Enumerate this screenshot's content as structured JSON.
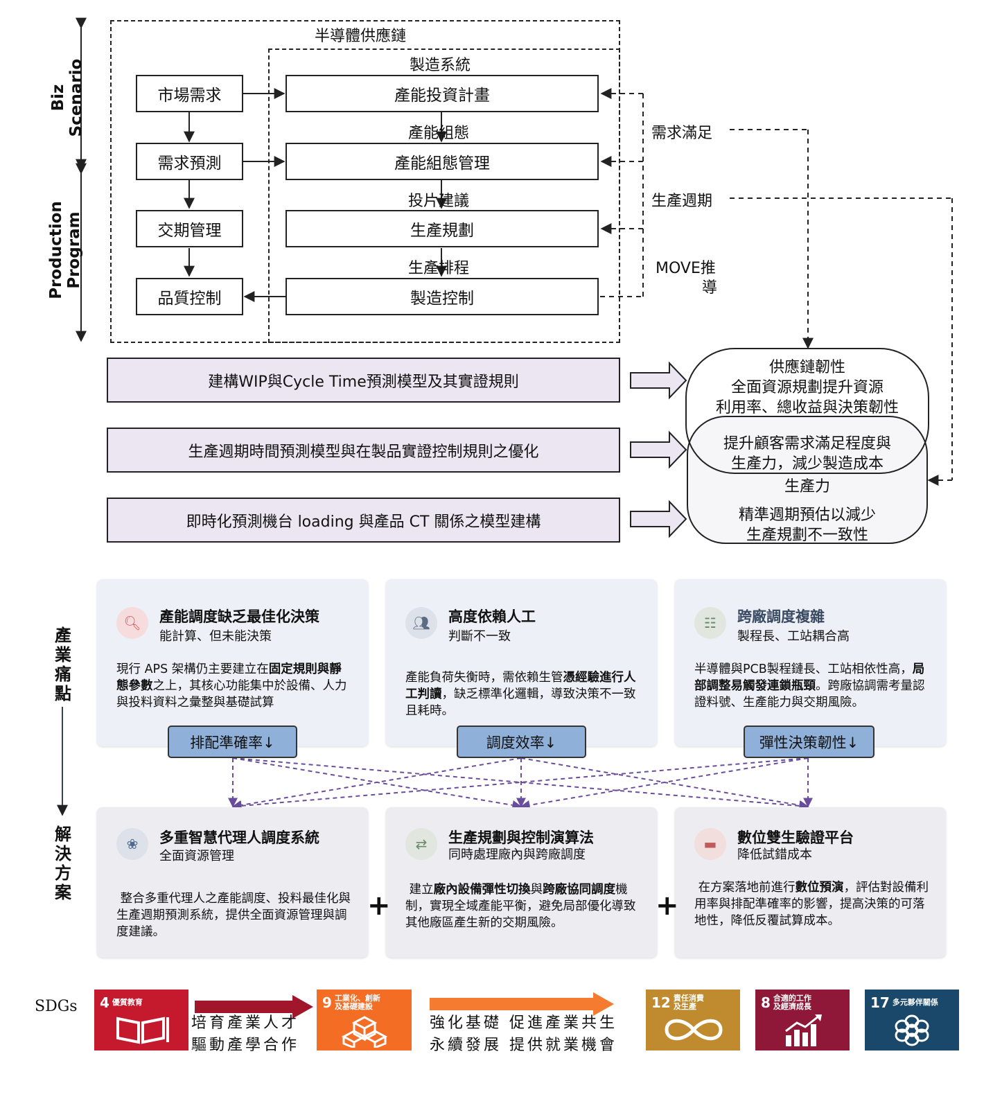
{
  "left_axis": {
    "biz": "Biz\nScenario",
    "prod": "Production\nProgram"
  },
  "supply_chain": {
    "title": "半導體供應鏈",
    "mfg_title": "製造系統"
  },
  "left_boxes": [
    "市場需求",
    "需求預測",
    "交期管理",
    "品質控制"
  ],
  "right_boxes": [
    "產能投資計畫",
    "產能組態管理",
    "生產規劃",
    "製造控制"
  ],
  "between_labels": [
    "產能組態",
    "投片建議",
    "生產排程"
  ],
  "metrics": {
    "m1": "需求滿足",
    "m2": "生產週期",
    "m3a": "MOVE推",
    "m3b": "導"
  },
  "projects": [
    "建構WIP與Cycle Time預測模型及其實證規則",
    "生產週期時間預測模型與在製品實證控制規則之優化",
    "即時化預測機台 loading 與產品 CT 關係之模型建構"
  ],
  "outcome": {
    "top1": "供應鏈韌性",
    "top2": "全面資源規劃提升資源",
    "top3": "利用率、總收益與決策韌性",
    "mid1": "提升顧客需求滿足程度與",
    "mid2": "生產力，減少製造成本",
    "bot1": "生產力",
    "bot2": "精準週期預估以減少",
    "bot3": "生產規劃不一致性"
  },
  "side_labels": {
    "pain": "產\n業\n痛\n點",
    "sol": "解\n決\n方\n案"
  },
  "pain_cards": [
    {
      "title": "產能調度缺乏最佳化決策",
      "sub": "能計算、但未能決策",
      "body": "現行 APS 架構仍主要建立在<b>固定規則與靜態參數</b>之上，其核心功能集中於設備、人力與投料資料之彙整與基礎試算",
      "badge": "排配準確率↓"
    },
    {
      "title": "高度依賴人工",
      "sub": "判斷不一致",
      "body": "產能負荷失衡時，需依賴生管<b>憑經驗進行人工判讀</b>，缺乏標準化邏輯，導致決策不一致且耗時。",
      "badge": "調度效率↓"
    },
    {
      "title": "跨廠調度複雜",
      "sub": "製程長、工站耦合高",
      "body": "半導體與PCB製程鏈長、工站相依性高，<b>局部調整易觸發連鎖瓶頸</b>。跨廠協調需考量認證料號、生產能力與交期風險。",
      "badge": "彈性決策韌性↓"
    }
  ],
  "sol_cards": [
    {
      "title": "多重智慧代理人調度系統",
      "sub": "全面資源管理",
      "body": "&nbsp;整合多重代理人之產能調度、投料最佳化與生產週期預測系統，提供全面資源管理與調度建議。"
    },
    {
      "title": "生產規劃與控制演算法",
      "sub": "同時處理廠內與跨廠調度",
      "body": "&nbsp;建立<b>廠內設備彈性切換</b>與<b>跨廠協同調度</b>機制，實現全域產能平衡，避免局部優化導致其他廠區產生新的交期風險。"
    },
    {
      "title": "數位雙生驗證平台",
      "sub": "降低試錯成本",
      "body": "&nbsp;在方案落地前進行<b>數位預演</b>，評估對設備利用率與排配準確率的影響，提高決策的可落地性，降低反覆試算成本。"
    }
  ],
  "plus": "+",
  "sdgs": {
    "label": "SDGs",
    "goal4": {
      "num": "4",
      "name": "優質教育",
      "color": "#c5192d"
    },
    "goal9": {
      "num": "9",
      "name": "工業化、創新\n及基礎建設",
      "color": "#f36d25"
    },
    "goal12": {
      "num": "12",
      "name": "責任消費\n及生產",
      "color": "#bf8b2e"
    },
    "goal8": {
      "num": "8",
      "name": "合適的工作\n及經濟成長",
      "color": "#8f1838"
    },
    "goal17": {
      "num": "17",
      "name": "多元夥伴關係",
      "color": "#19486a"
    },
    "text1a": "培育產業人才",
    "text1b": "驅動產學合作",
    "text2a": "強化基礎 促進產業共生",
    "text2b": "永續發展 提供就業機會"
  }
}
